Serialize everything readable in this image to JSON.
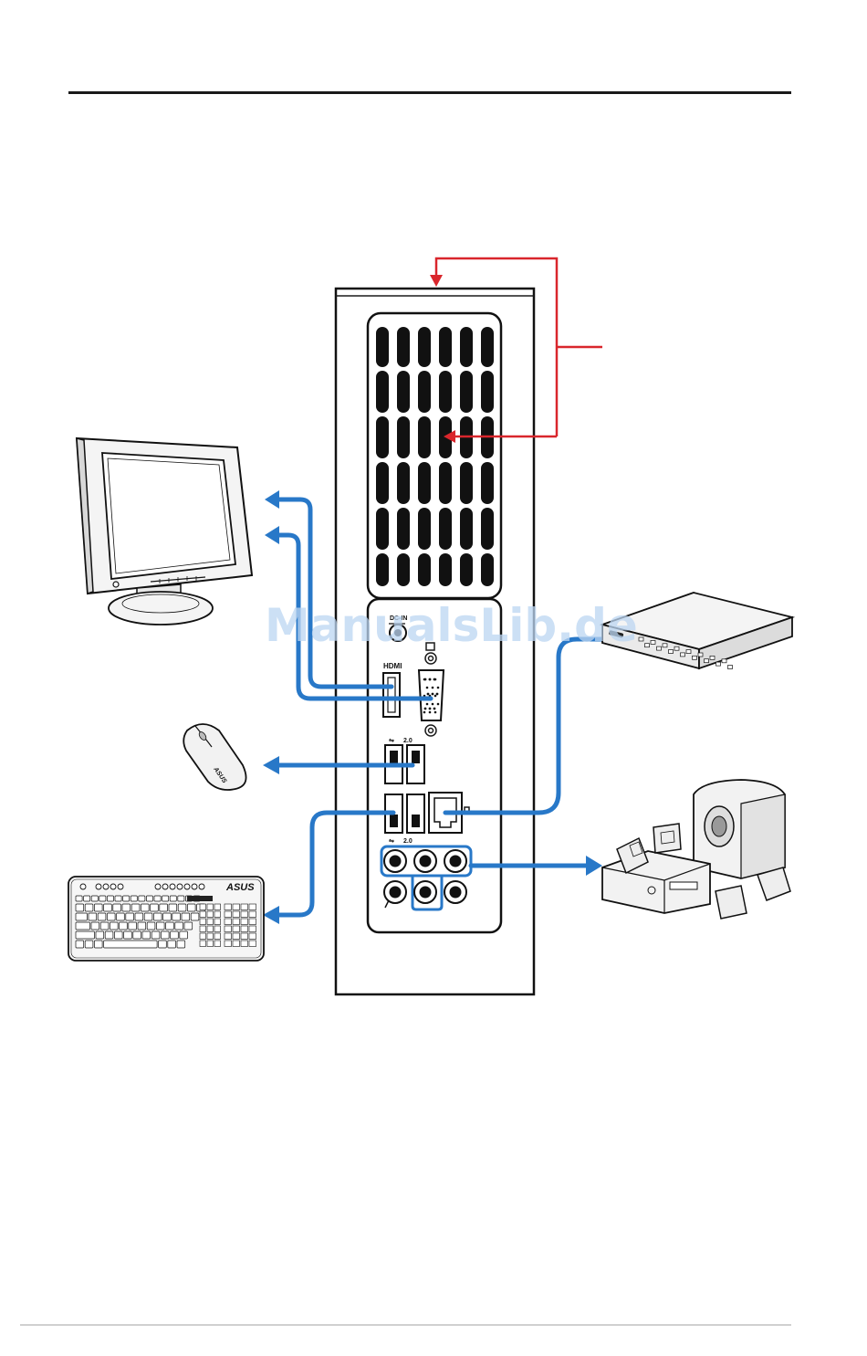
{
  "panel": {
    "dcin_label": "DC-IN",
    "hdmi_label": "HDMI",
    "usb_top_label": "2.0",
    "usb_bottom_label": "2.0"
  },
  "keyboard": {
    "brand": "ASUS"
  },
  "mouse": {
    "brand": "ASUS"
  },
  "watermark": "ManualsLib.de",
  "colors": {
    "cable": "#2878c8",
    "airflow": "#d9262c",
    "outline": "#1a1a1a"
  }
}
